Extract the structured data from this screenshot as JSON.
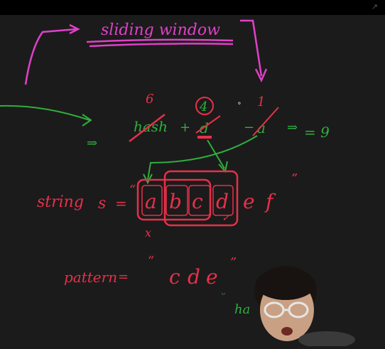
{
  "board": {
    "heading": "sliding window",
    "row_hash": {
      "hash_word": "hash",
      "plus": "+",
      "add_letter": "d",
      "minus": "−",
      "remove_letter": "a",
      "arrow": "⇒",
      "equals": "= 9",
      "num_above_hash": "6",
      "num_circled": "4",
      "num_above_a": "1",
      "dot": "∘"
    },
    "string_row": {
      "label": "string",
      "var": "s",
      "eq": "=",
      "open_quote": "“",
      "letters": [
        "a",
        "b",
        "c",
        "d",
        "e",
        "f"
      ],
      "close_quote": "”",
      "cross": "x",
      "tick": "✓"
    },
    "pattern_row": {
      "label": "pattern",
      "eq": "=",
      "open_quote": "“",
      "letters": [
        "c",
        "d",
        "e"
      ],
      "close_quote": "”",
      "green_note": "ha"
    }
  },
  "colors": {
    "background": "#1b1b1b",
    "pink": "#e040c8",
    "red": "#e8304a",
    "green": "#2fae3e"
  },
  "icons": {
    "topbar_corner": "arrow-icon",
    "presenter": "webcam-presenter"
  }
}
